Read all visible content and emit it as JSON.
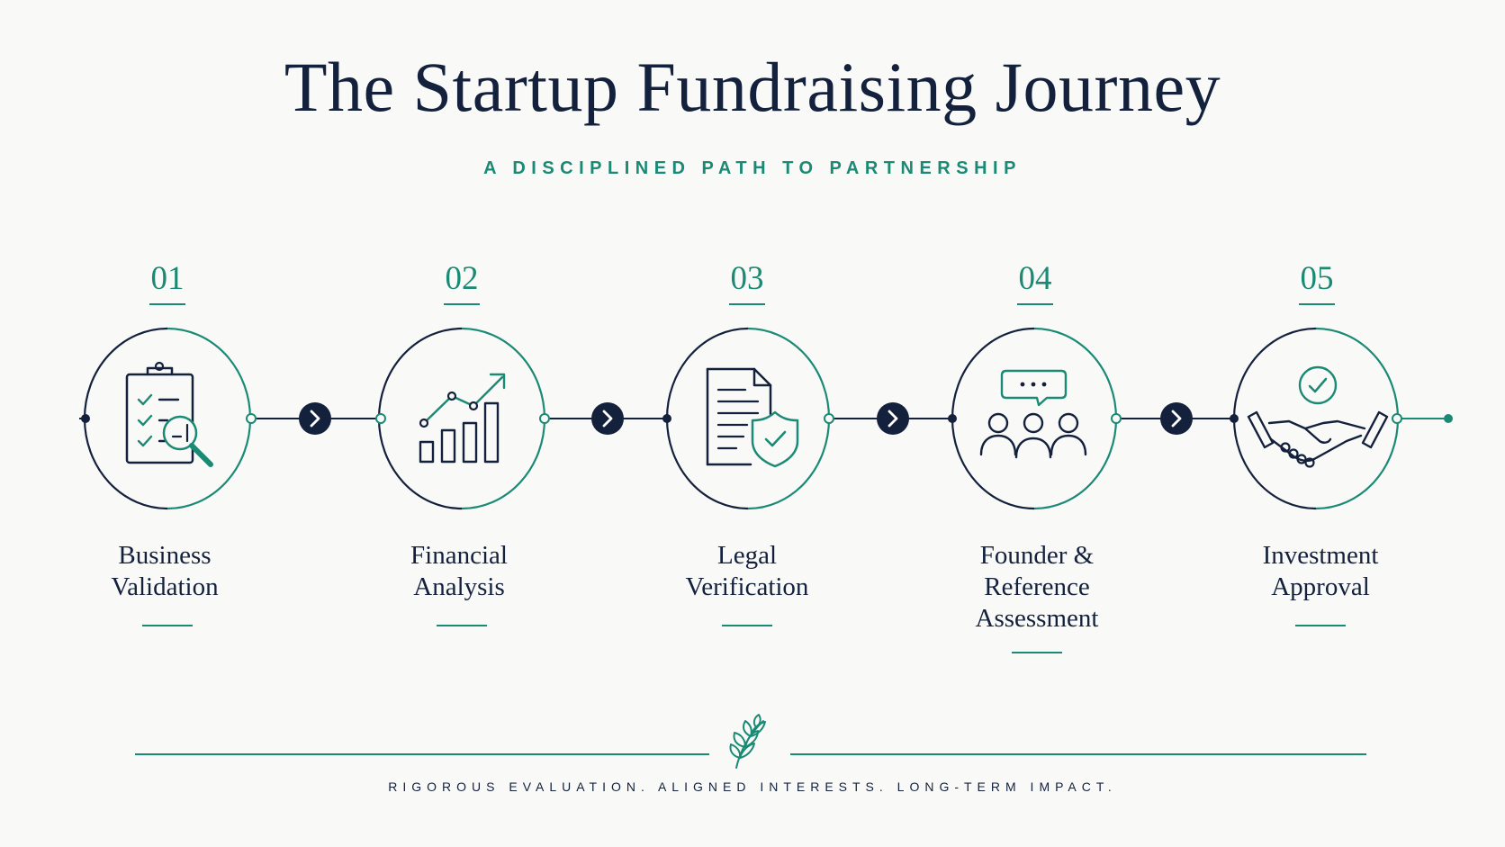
{
  "header": {
    "title": "The Startup Fundraising Journey",
    "subtitle": "A DISCIPLINED PATH TO PARTNERSHIP"
  },
  "colors": {
    "navy": "#14213d",
    "teal": "#1a8a74",
    "background": "#f9f9f8"
  },
  "steps": [
    {
      "number": "01",
      "label_lines": [
        "Business",
        "Validation"
      ],
      "icon": "clipboard-magnifier-icon"
    },
    {
      "number": "02",
      "label_lines": [
        "Financial",
        "Analysis"
      ],
      "icon": "growth-chart-icon"
    },
    {
      "number": "03",
      "label_lines": [
        "Legal",
        "Verification"
      ],
      "icon": "document-shield-icon"
    },
    {
      "number": "04",
      "label_lines": [
        "Founder &",
        "Reference",
        "Assessment"
      ],
      "icon": "people-chat-icon"
    },
    {
      "number": "05",
      "label_lines": [
        "Investment",
        "Approval"
      ],
      "icon": "handshake-check-icon"
    }
  ],
  "connector_icon": "chevron-right-icon",
  "footer": {
    "emblem_icon": "laurel-leaf-icon",
    "tagline": "RIGOROUS EVALUATION. ALIGNED INTERESTS. LONG-TERM IMPACT."
  }
}
